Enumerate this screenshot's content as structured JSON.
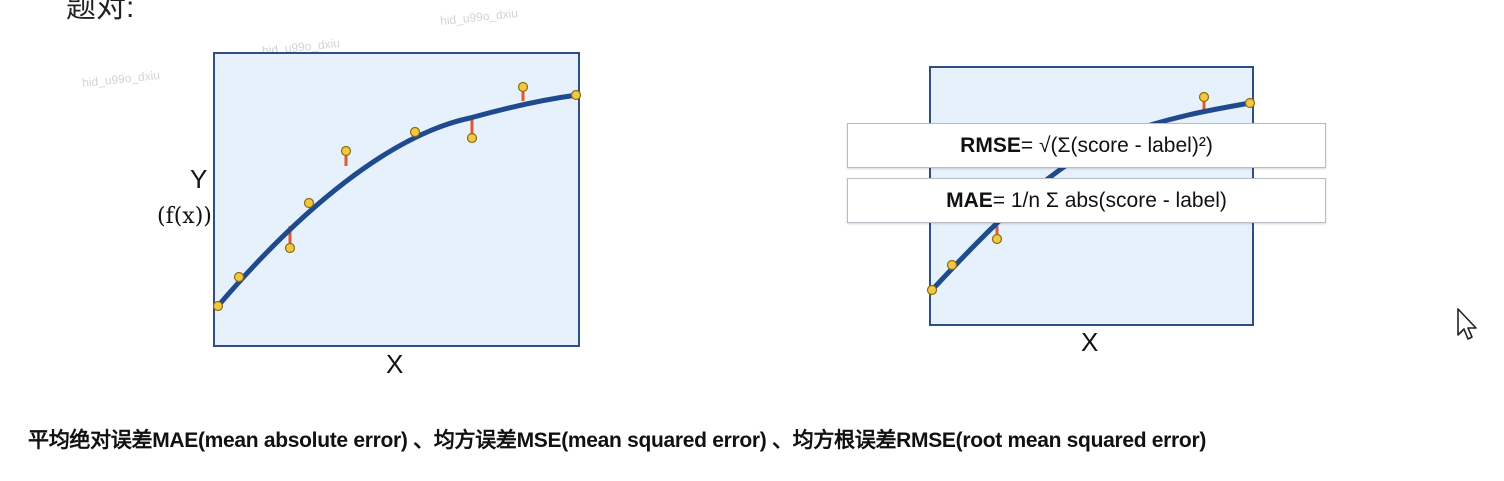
{
  "top_text": "题对:",
  "watermarks": [
    "hid_u99o_dxiu",
    "hid_u99o_dxiu",
    "hid_u99o_dxiu"
  ],
  "left_plot": {
    "y_label": "Y",
    "y_sub_label": "(f(x))",
    "x_label": "X"
  },
  "right_plot": {
    "x_label": "X"
  },
  "formulas": {
    "rmse_name": "RMSE",
    "rmse_expr": " = √(Σ(score - label)²)",
    "mae_name": "MAE",
    "mae_expr": " = 1/n Σ abs(score - label)"
  },
  "caption": "平均绝对误差MAE(mean absolute error) 、均方误差MSE(mean squared error) 、均方根误差RMSE(root mean squared error)",
  "colors": {
    "plot_fill": "#e6f1fc",
    "plot_border": "#2e4f86",
    "curve": "#1f4a8e",
    "point": "#f2c744",
    "residual": "#e05a2b"
  }
}
